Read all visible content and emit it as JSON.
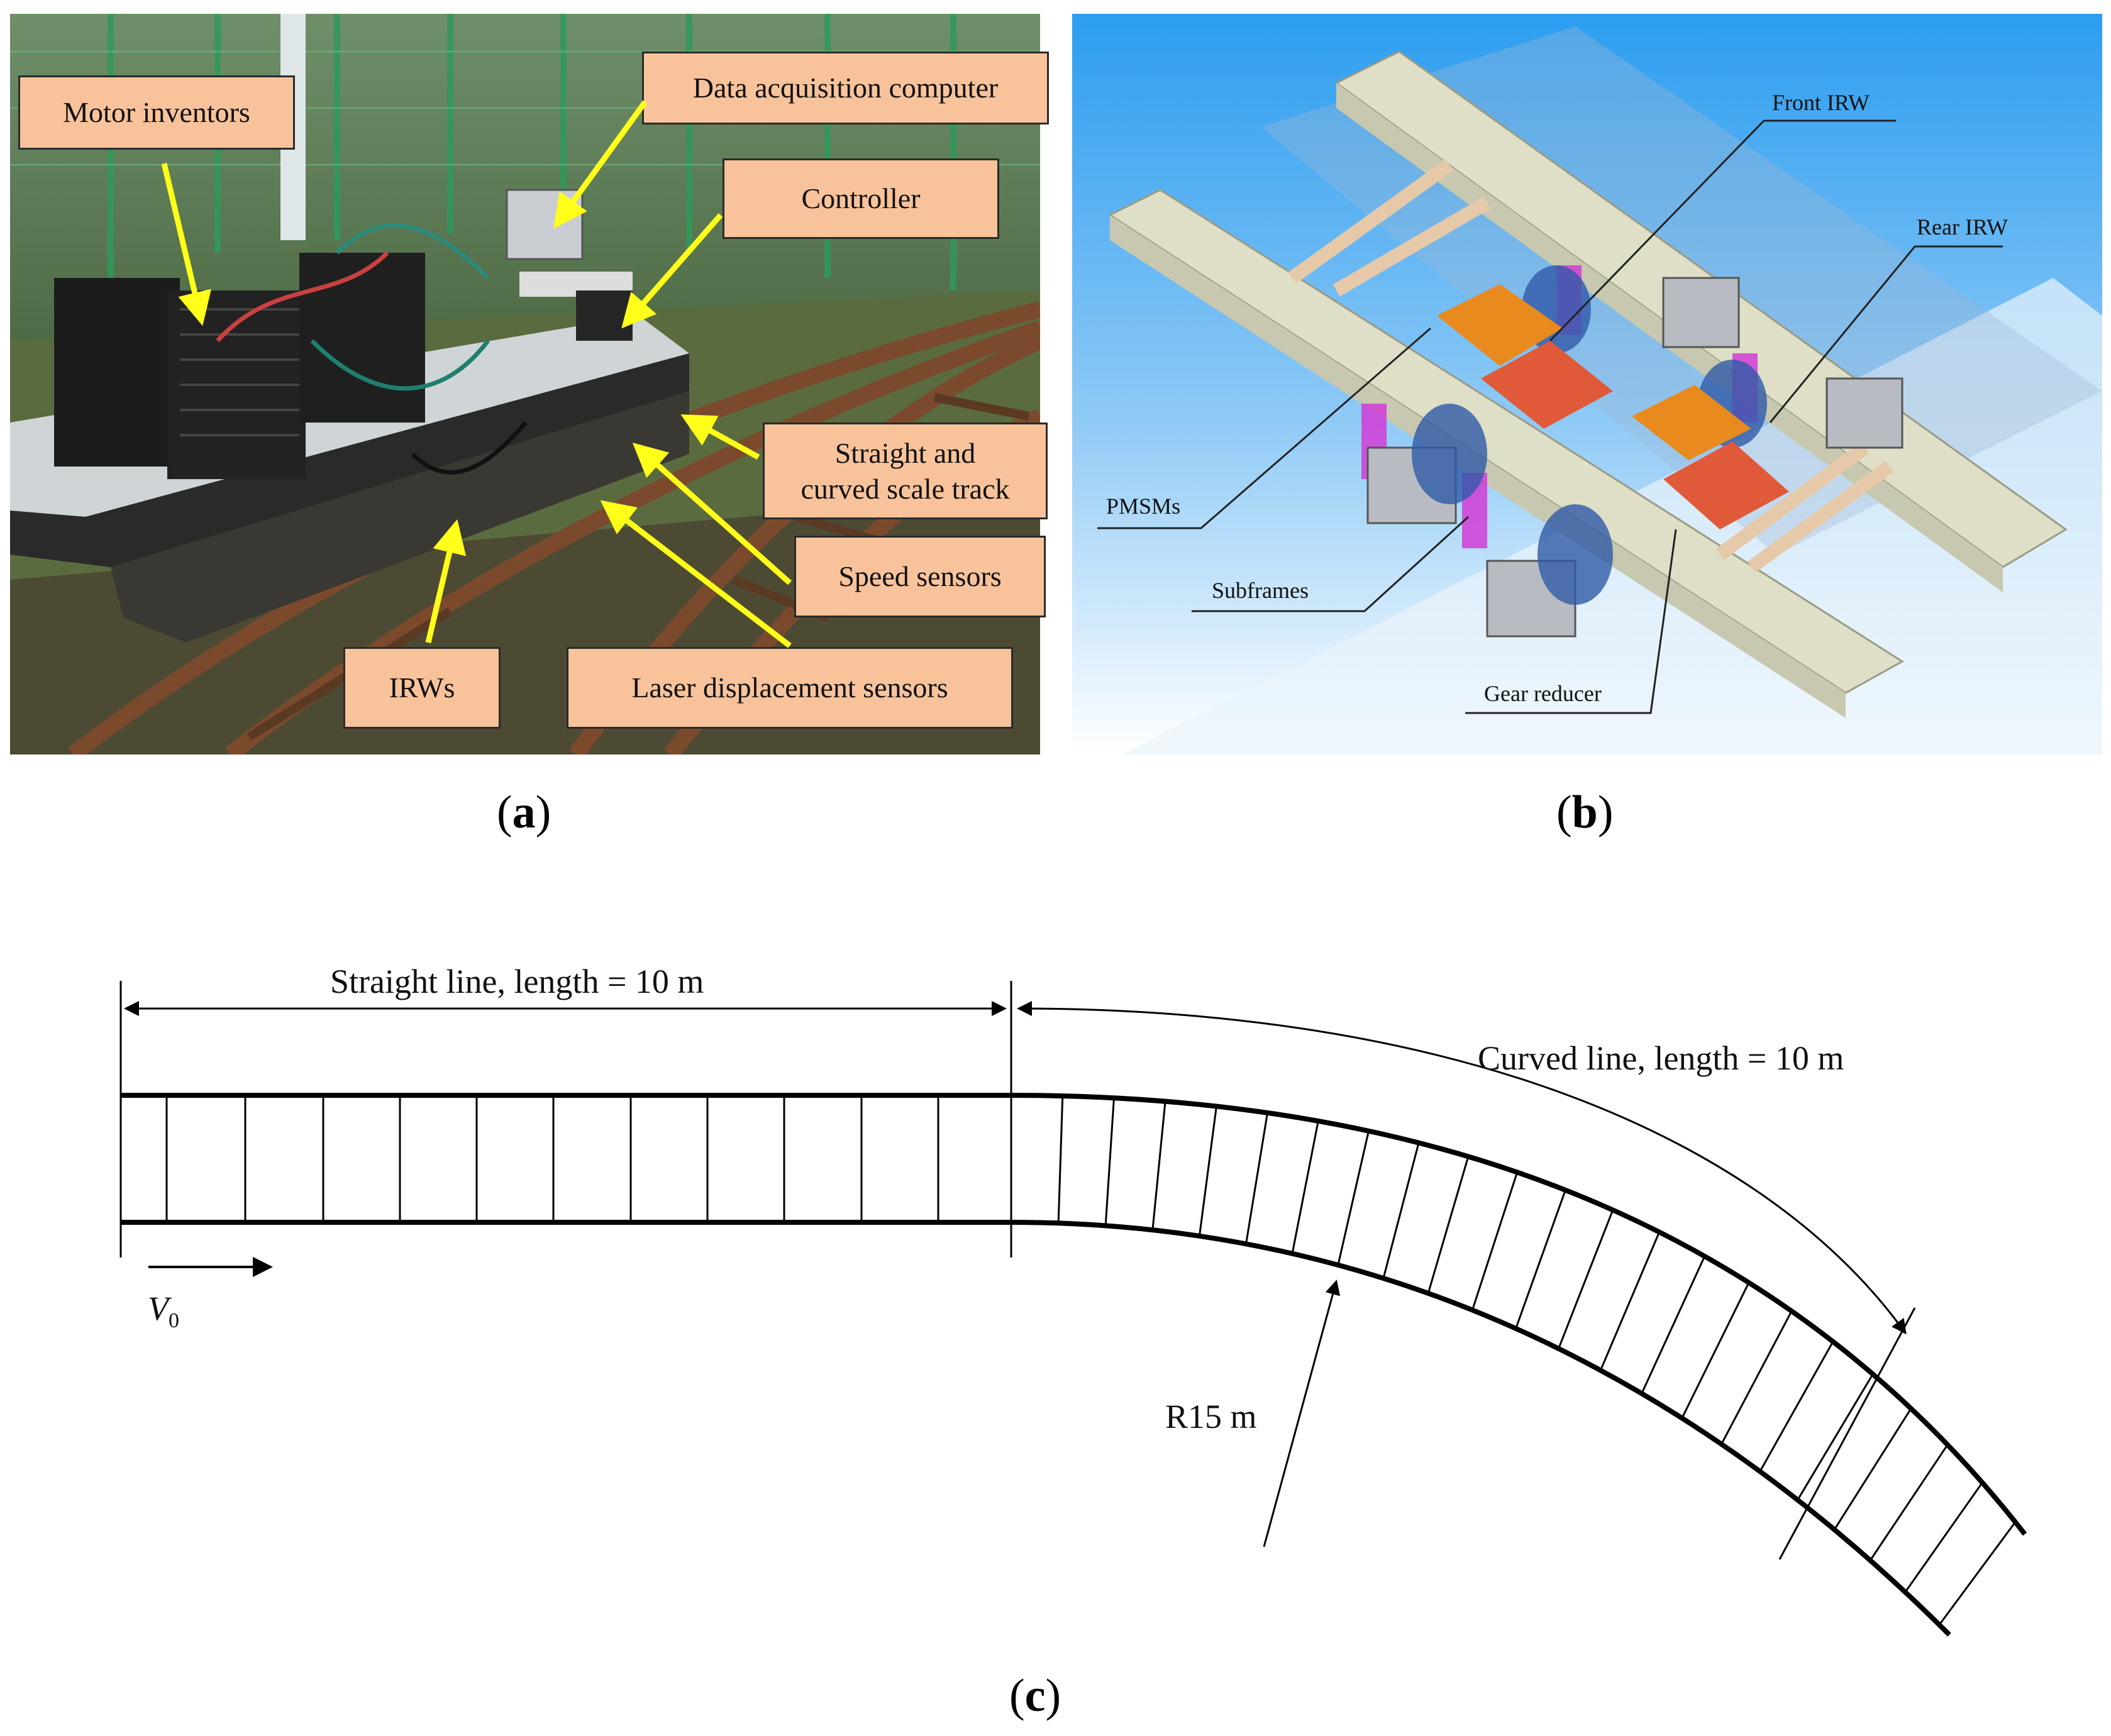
{
  "panel_a": {
    "labels": {
      "motor_inventors": "Motor  inventors",
      "data_acquisition_computer": "Data acquisition computer",
      "controller": "Controller",
      "track_line1": "Straight and",
      "track_line2": "curved scale track",
      "speed_sensors": "Speed sensors",
      "irws": "IRWs",
      "laser_sensors": "Laser displacement sensors"
    },
    "caption_letter": "a",
    "colors": {
      "label_fill": "#f8c39b",
      "arrow": "#ffff1a"
    }
  },
  "panel_b": {
    "labels": {
      "front_irw": "Front IRW",
      "rear_irw": "Rear IRW",
      "pmsms": "PMSMs",
      "subframes": "Subframes",
      "gear_reducer": "Gear reducer"
    },
    "caption_letter": "b"
  },
  "panel_c": {
    "straight_label": "Straight line, length =  10 m",
    "curved_label": "Curved line, length =  10 m",
    "velocity_symbol": "V",
    "velocity_subscript": "0",
    "radius_label": "R15 m",
    "caption_letter": "c"
  },
  "caption_open": "(",
  "caption_close": ")"
}
